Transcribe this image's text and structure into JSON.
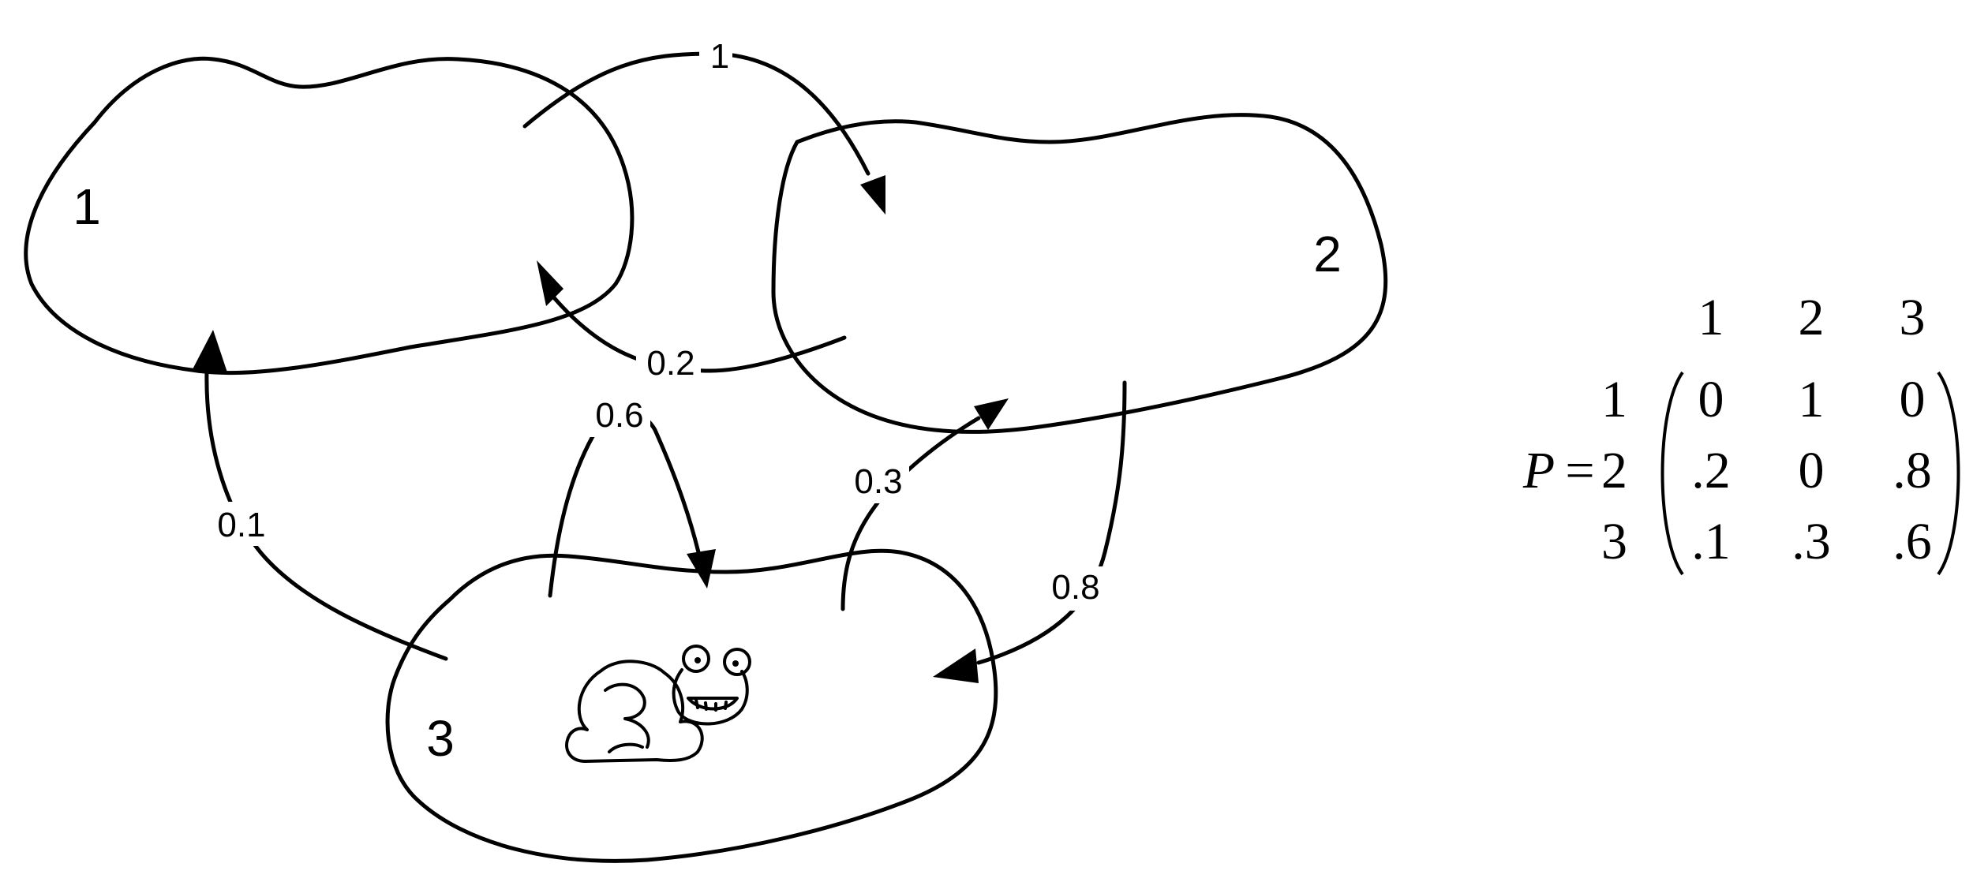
{
  "states": [
    {
      "id": "1",
      "label": "1"
    },
    {
      "id": "2",
      "label": "2"
    },
    {
      "id": "3",
      "label": "3"
    }
  ],
  "transitions": [
    {
      "from": "1",
      "to": "2",
      "label": "1"
    },
    {
      "from": "2",
      "to": "1",
      "label": "0.2"
    },
    {
      "from": "2",
      "to": "3",
      "label": "0.8"
    },
    {
      "from": "3",
      "to": "1",
      "label": "0.1"
    },
    {
      "from": "3",
      "to": "2",
      "label": "0.3"
    },
    {
      "from": "3",
      "to": "3",
      "label": "0.6"
    }
  ],
  "matrix": {
    "symbol": "P",
    "equals": "=",
    "col_headers": [
      "1",
      "2",
      "3"
    ],
    "row_headers": [
      "1",
      "2",
      "3"
    ],
    "rows": [
      [
        "0",
        "1",
        "0"
      ],
      [
        ".2",
        "0",
        ".8"
      ],
      [
        ".1",
        ".3",
        ".6"
      ]
    ]
  },
  "icons": {
    "frog": "frog-icon"
  }
}
